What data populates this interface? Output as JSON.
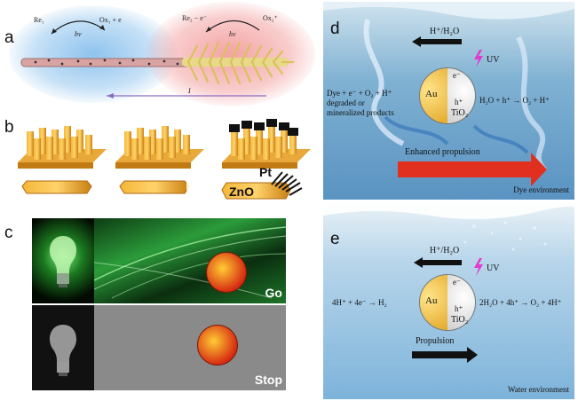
{
  "panel_a": {
    "label": "a",
    "re1": "Re₁",
    "ox1": "Ox₁ + e",
    "re2": "Re₂ − e⁻",
    "ox2": "Ox₂⁺",
    "hv": "hν",
    "current": "I"
  },
  "panel_b": {
    "label": "b",
    "pt": "Pt",
    "zno": "ZnO"
  },
  "panel_c": {
    "label": "c",
    "go": "Go",
    "stop": "Stop"
  },
  "panel_d": {
    "label": "d",
    "h_top": "H⁺/H₂O",
    "uv": "UV",
    "au": "Au",
    "e_minus": "e⁻",
    "h_plus": "h⁺",
    "tio2": "TiO₂",
    "left_eq_1": "Dye + e⁻ + O₂ + H⁺",
    "left_eq_2": "degraded or",
    "left_eq_3": "mineralized products",
    "right_eq": "H₂O + h⁺ → O₂ + H⁺",
    "arrow_label": "Enhanced propulsion",
    "footer": "Dye environment"
  },
  "panel_e": {
    "label": "e",
    "h_top": "H⁺/H₂O",
    "uv": "UV",
    "au": "Au",
    "e_minus": "e⁻",
    "h_plus": "h⁺",
    "tio2": "TiO₂",
    "left_eq": "4H⁺ + 4e⁻ → H₂",
    "right_eq": "2H₂O + 4h⁺ → O₂ + 4H⁺",
    "arrow_label": "Propulsion",
    "footer": "Water environment"
  },
  "colors": {
    "blue_glow": "#8ec3ee",
    "red_glow": "#f4a3a3",
    "rod": "#d9a3a3",
    "go_green": "#2db34a",
    "propulsion_red": "#e23020"
  }
}
